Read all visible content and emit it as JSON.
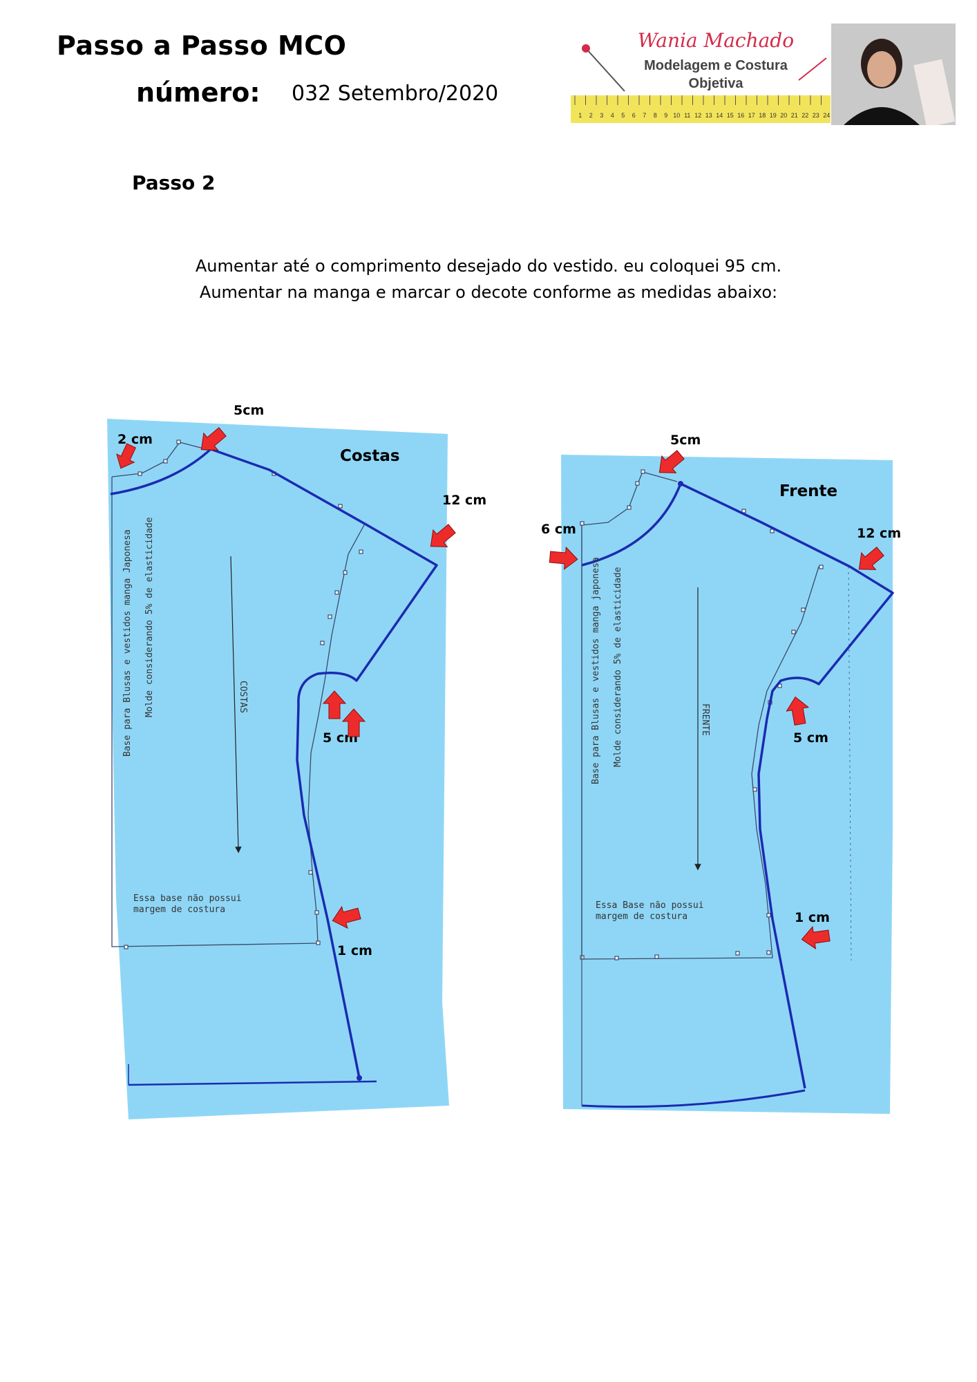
{
  "header": {
    "title_line1": "Passo a Passo MCO",
    "title_line2": "número:",
    "date": "032 Setembro/2020"
  },
  "logo": {
    "script_name": "Wania Machado",
    "line1": "Modelagem e Costura",
    "line2": "Objetiva",
    "ruler_numbers": [
      "1",
      "2",
      "3",
      "4",
      "5",
      "6",
      "7",
      "8",
      "9",
      "10",
      "11",
      "12",
      "13",
      "14",
      "15",
      "16",
      "17",
      "18",
      "19",
      "20",
      "21",
      "22",
      "23",
      "24"
    ],
    "colors": {
      "script": "#d32b4a",
      "ruler": "#f2e45a",
      "photo_bg": "#c9c9c9"
    }
  },
  "step": {
    "title": "Passo 2"
  },
  "instructions": {
    "line1": "Aumentar até o comprimento desejado do vestido. eu coloquei 95 cm.",
    "line2": "Aumentar na manga e marcar o decote conforme as medidas abaixo:"
  },
  "back_pattern": {
    "title": "Costas",
    "labels": {
      "neck_width": "5cm",
      "neck_depth": "2 cm",
      "sleeve": "12 cm",
      "armhole": "5 cm",
      "hem": "1 cm"
    },
    "paper_text": {
      "base_line": "Base para Blusas e vestidos manga Japonesa",
      "molde_line": "Molde considerando 5% de elasticidade",
      "grain_label": "COSTAS",
      "note_line1": "Essa base não possui",
      "note_line2": "margem de costura"
    }
  },
  "front_pattern": {
    "title": "Frente",
    "labels": {
      "neck_width": "5cm",
      "neck_depth": "6 cm",
      "sleeve": "12 cm",
      "armhole": "5 cm",
      "hem": "1 cm"
    },
    "paper_text": {
      "base_line": "Base para Blusas e vestidos manga japonesa",
      "molde_line": "Molde considerando 5% de elasticidade",
      "grain_label": "FRENTE",
      "note_line1": "Essa Base não possui",
      "note_line2": "margem de costura"
    }
  },
  "colors": {
    "paper": "#8fd6f6",
    "pen": "#1b2bb0",
    "pencil": "#3b4a6b",
    "arrow": "#ee2b2b"
  }
}
